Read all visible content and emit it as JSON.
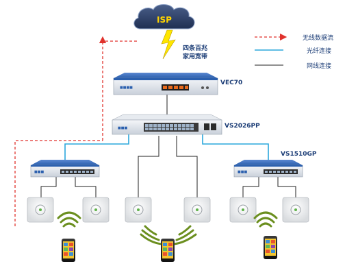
{
  "isp": {
    "label": "ISP",
    "bandwidth_line1": "四条百兆",
    "bandwidth_line2": "家用宽带"
  },
  "legend": {
    "wireless": "无线数据流",
    "fiber": "光纤连接",
    "ethernet": "网线连接"
  },
  "devices": {
    "gateway": "VEC70",
    "core_switch": "VS2026PP",
    "access_switch_right": "VS1510GP"
  },
  "colors": {
    "wireless_arrow": "#e0322c",
    "fiber_line": "#2aa7dc",
    "ethernet_line": "#222222",
    "device_blue": "#2a5fae",
    "label_navy": "#1d3e77",
    "signal_green": "#6b8f1f"
  }
}
